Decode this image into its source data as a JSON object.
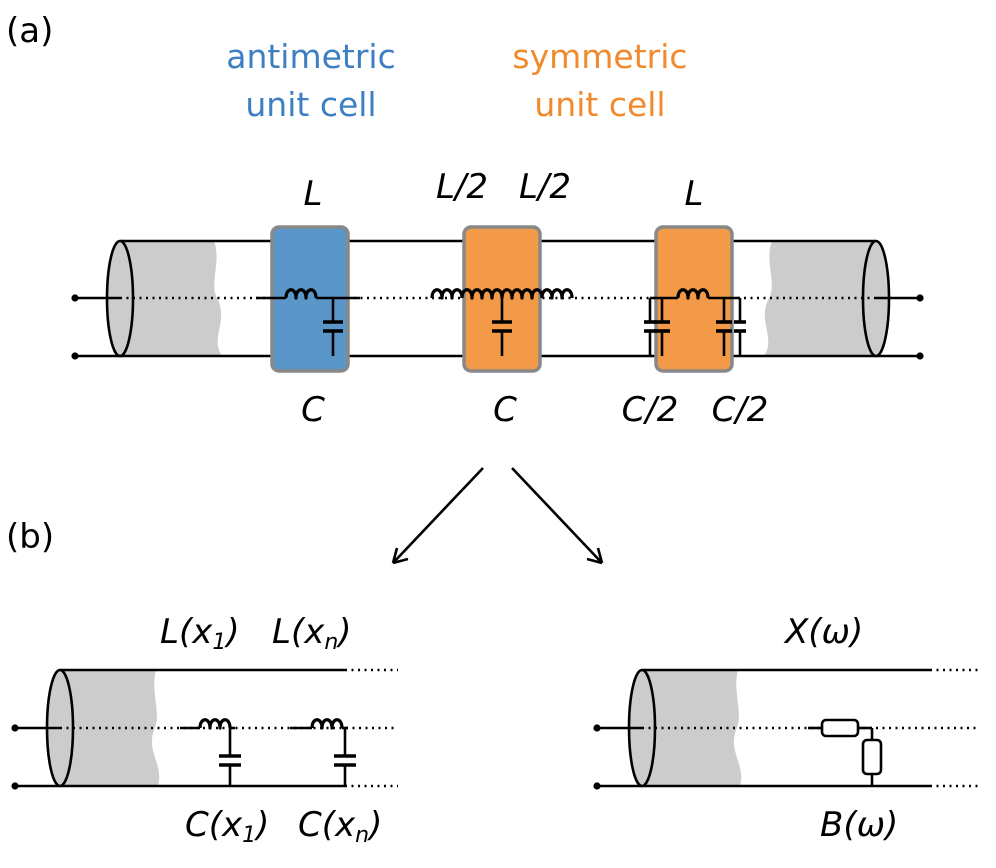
{
  "panel_a": {
    "label": "(a)",
    "antimetric": {
      "title_line1": "antimetric",
      "title_line2": "unit cell",
      "color": "#5b96c9"
    },
    "symmetric": {
      "title_line1": "symmetric",
      "title_line2": "unit cell",
      "color": "#f39a48"
    },
    "cell1": {
      "top": "L",
      "bottom": "C"
    },
    "cell2": {
      "top_left": "L/2",
      "top_right": "L/2",
      "bottom": "C"
    },
    "cell3": {
      "top": "L",
      "bottom_left": "C/2",
      "bottom_right": "C/2"
    }
  },
  "panel_b": {
    "label": "(b)",
    "left": {
      "top_1": "L(x",
      "top_1_sub": "1",
      "top_1_close": ")",
      "top_n": "L(x",
      "top_n_sub": "n",
      "top_n_close": ")",
      "bottom_1": "C(x",
      "bottom_1_sub": "1",
      "bottom_1_close": ")",
      "bottom_n": "C(x",
      "bottom_n_sub": "n",
      "bottom_n_close": ")"
    },
    "right": {
      "top": "X(ω)",
      "bottom": "B(ω)"
    }
  },
  "colors": {
    "cable_shade": "#cccccc",
    "box_border": "#888888"
  }
}
